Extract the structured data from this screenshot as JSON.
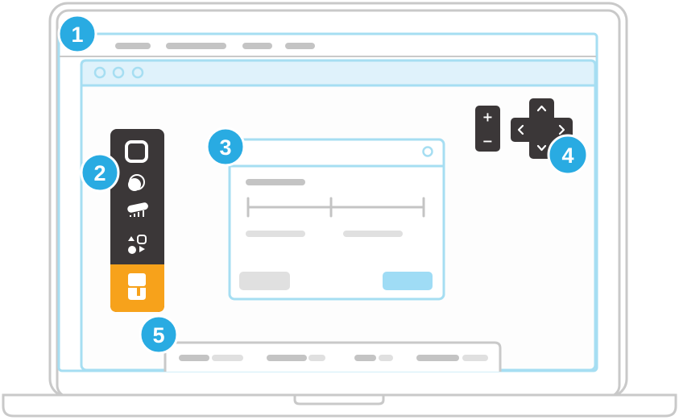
{
  "colors": {
    "outline": "#c9c9c9",
    "frame_blue": "#a6def2",
    "header_blue": "#dff2fb",
    "badge_blue": "#29abe2",
    "toolbar_dark": "#3b3738",
    "toolbar_accent": "#f7a21b",
    "placeholder_gray": "#c4c4c4",
    "button_gray": "#e0e0e0",
    "button_blue": "#9fdcf5"
  },
  "badges": [
    {
      "label": "1"
    },
    {
      "label": "2"
    },
    {
      "label": "3"
    },
    {
      "label": "4"
    },
    {
      "label": "5"
    }
  ],
  "toolbar": {
    "icons": [
      "rounded-square-icon",
      "shapes-blob-icon",
      "signal-brush-icon",
      "shapes-icon",
      "eraser-icon"
    ]
  },
  "zoom_control": {
    "plus": "+",
    "minus": "−"
  },
  "dpad": {
    "up": "^",
    "down": "v",
    "left": "<",
    "right": ">"
  }
}
